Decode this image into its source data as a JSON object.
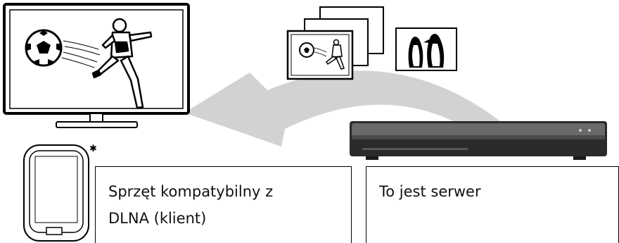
{
  "client_label": {
    "line1": "Sprzęt kompatybilny z",
    "line2": "DLNA (klient)"
  },
  "server_label": {
    "line1": "To jest serwer"
  },
  "note_mark": "✱",
  "colors": {
    "arrow": "#d2d2d2",
    "recorder_body": "#2a2a2a",
    "outline": "#000000"
  },
  "icons": {
    "tv": "tv-icon",
    "soccer": "soccer-player-icon",
    "photos": "photo-stack-icon",
    "penguins": "penguin-photo-icon",
    "recorder": "blu-ray-recorder-icon",
    "smartphone": "smartphone-icon",
    "arrow": "curved-arrow-icon"
  }
}
